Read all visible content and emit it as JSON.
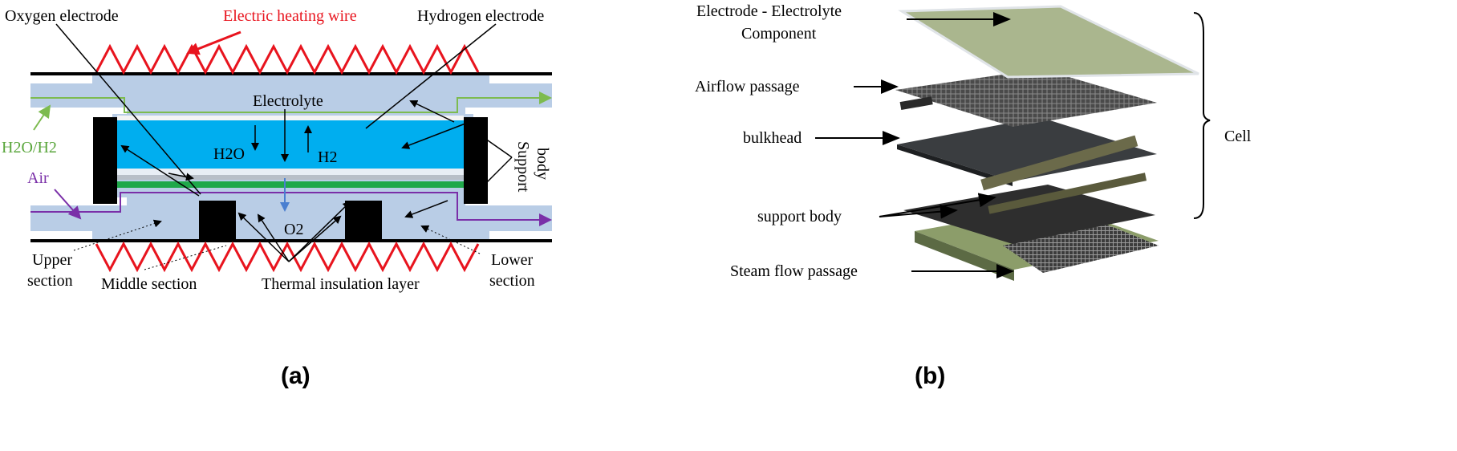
{
  "panel_a": {
    "caption": "(a)",
    "labels": {
      "oxygen_electrode": "Oxygen electrode",
      "electric_heating_wire": "Electric heating wire",
      "hydrogen_electrode": "Hydrogen electrode",
      "electrolyte": "Electrolyte",
      "h2o_h2": "H2O/H2",
      "air": "Air",
      "h2o": "H2O",
      "h2": "H2",
      "o2": "O2",
      "support_body_line1": "Support",
      "support_body_line2": "body",
      "upper_section_line1": "Upper",
      "upper_section_line2": "section",
      "middle_section": "Middle section",
      "thermal_insulation_layer": "Thermal insulation layer",
      "lower_section_line1": "Lower",
      "lower_section_line2": "section"
    },
    "colors": {
      "heating_wire": "#e8141e",
      "gas_channel": "#b9cde6",
      "electrolyte": "#00aeef",
      "electrode_green": "#1fa84a",
      "steam_line": "#7dbb4f",
      "air_line": "#7a2fa8",
      "o2_arrow": "#4a7fd0"
    }
  },
  "panel_b": {
    "caption": "(b)",
    "labels": {
      "eec_line1": "Electrode - Electrolyte",
      "eec_line2": "Component",
      "airflow_passage": "Airflow passage",
      "bulkhead": "bulkhead",
      "support_body": "support body",
      "steam_flow_passage": "Steam flow passage",
      "cell": "Cell"
    }
  }
}
